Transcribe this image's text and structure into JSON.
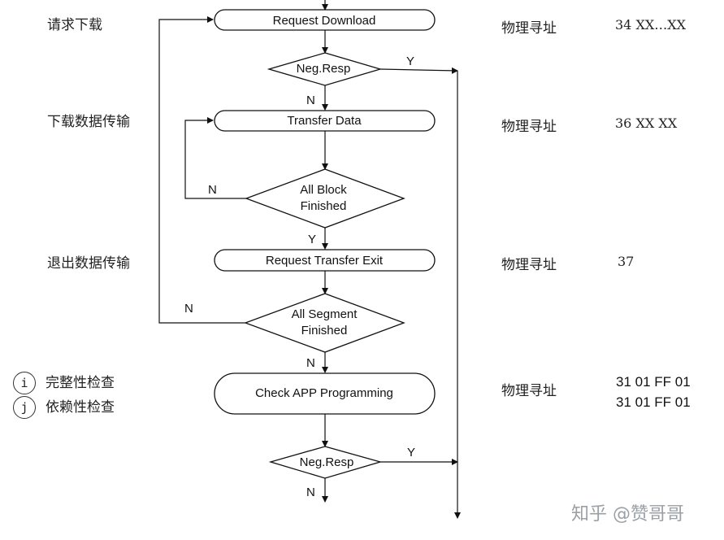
{
  "left_labels": {
    "request_download": "请求下载",
    "download_data_transfer": "下载数据传输",
    "exit_data_transfer": "退出数据传输",
    "integrity_check": "完整性检查",
    "dependency_check": "依赖性检查",
    "badge_i": "i",
    "badge_j": "j"
  },
  "flow": {
    "request_download": "Request Download",
    "neg_resp_1": "Neg.Resp",
    "transfer_data": "Transfer Data",
    "all_block_line1": "All Block",
    "all_block_line2": "Finished",
    "request_transfer_exit": "Request Transfer Exit",
    "all_segment_line1": "All Segment",
    "all_segment_line2": "Finished",
    "check_app": "Check APP Programming",
    "neg_resp_2": "Neg.Resp",
    "yes": "Y",
    "no": "N"
  },
  "right": {
    "addr_label": "物理寻址",
    "code_34": "34 XX…XX",
    "code_36": "36 XX XX",
    "code_37": "37",
    "code_31_a": "31 01 FF 01",
    "code_31_b": "31 01 FF 01"
  },
  "watermark": "知乎 @赞哥哥"
}
